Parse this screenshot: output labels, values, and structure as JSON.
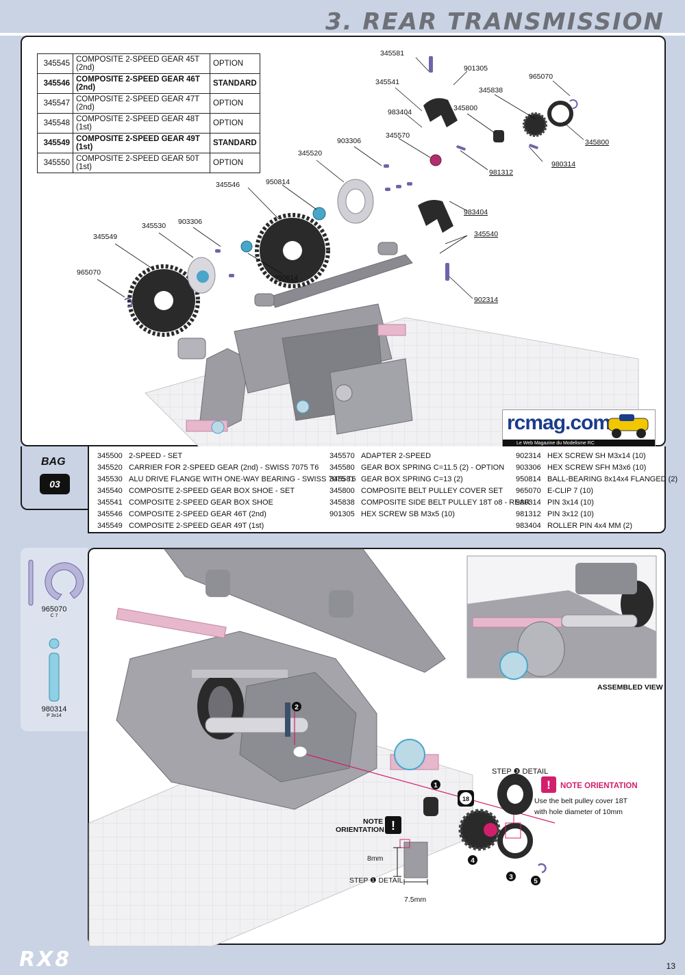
{
  "page": {
    "title": "3. REAR TRANSMISSION",
    "page_number": "13",
    "logo": "RX8"
  },
  "gear_table": [
    {
      "code": "345545",
      "name": "COMPOSITE 2-SPEED GEAR 45T (2nd)",
      "type": "OPTION",
      "bold": false
    },
    {
      "code": "345546",
      "name": "COMPOSITE 2-SPEED GEAR 46T (2nd)",
      "type": "STANDARD",
      "bold": true
    },
    {
      "code": "345547",
      "name": "COMPOSITE 2-SPEED GEAR 47T (2nd)",
      "type": "OPTION",
      "bold": false
    },
    {
      "code": "345548",
      "name": "COMPOSITE 2-SPEED GEAR 48T (1st)",
      "type": "OPTION",
      "bold": false
    },
    {
      "code": "345549",
      "name": "COMPOSITE 2-SPEED GEAR 49T (1st)",
      "type": "STANDARD",
      "bold": true
    },
    {
      "code": "345550",
      "name": "COMPOSITE 2-SPEED GEAR 50T (1st)",
      "type": "OPTION",
      "bold": false
    }
  ],
  "exploded_labels": {
    "l345581": "345581",
    "l901305": "901305",
    "l965070a": "965070",
    "l345541": "345541",
    "l345838": "345838",
    "l983404a": "983404",
    "l345800a": "345800",
    "l345800b": "345800",
    "l903306a": "903306",
    "l345570": "345570",
    "l981312": "981312",
    "l980314": "980314",
    "l345520": "345520",
    "l950814a": "950814",
    "l345546": "345546",
    "l983404b": "983404",
    "l903306b": "903306",
    "l345530": "345530",
    "l345540": "345540",
    "l345549": "345549",
    "l950814b": "950814",
    "l965070b": "965070",
    "l902314": "902314"
  },
  "bag": {
    "label": "BAG",
    "number": "03"
  },
  "parts_col1": [
    {
      "code": "345500",
      "desc": "2-SPEED - SET"
    },
    {
      "code": "345520",
      "desc": "CARRIER FOR 2-SPEED GEAR (2nd) - SWISS 7075 T6"
    },
    {
      "code": "345530",
      "desc": "ALU DRIVE FLANGE WITH ONE-WAY BEARING - SWISS 7075 T6"
    },
    {
      "code": "345540",
      "desc": "COMPOSITE 2-SPEED GEAR BOX SHOE - SET"
    },
    {
      "code": "345541",
      "desc": "COMPOSITE 2-SPEED GEAR BOX SHOE"
    },
    {
      "code": "345546",
      "desc": "COMPOSITE 2-SPEED GEAR 46T (2nd)"
    },
    {
      "code": "345549",
      "desc": "COMPOSITE 2-SPEED GEAR 49T (1st)"
    }
  ],
  "parts_col2": [
    {
      "code": "345570",
      "desc": "ADAPTER 2-SPEED"
    },
    {
      "code": "345580",
      "desc": "GEAR BOX SPRING C=11.5  (2) - OPTION"
    },
    {
      "code": "345581",
      "desc": "GEAR BOX SPRING C=13 (2)"
    },
    {
      "code": "345800",
      "desc": "COMPOSITE BELT PULLEY COVER SET"
    },
    {
      "code": "345838",
      "desc": "COMPOSITE SIDE BELT PULLEY 18T o8 - REAR"
    },
    {
      "code": "",
      "desc": ""
    },
    {
      "code": "901305",
      "desc": "HEX SCREW SB M3x5  (10)"
    }
  ],
  "parts_col3": [
    {
      "code": "902314",
      "desc": "HEX SCREW SH M3x14  (10)"
    },
    {
      "code": "903306",
      "desc": "HEX SCREW SFH M3x6  (10)"
    },
    {
      "code": "950814",
      "desc": "BALL-BEARING 8x14x4 FLANGED  (2)"
    },
    {
      "code": "965070",
      "desc": "E-CLIP 7  (10)"
    },
    {
      "code": "980314",
      "desc": "PIN 3x14  (10)"
    },
    {
      "code": "981312",
      "desc": "PIN 3x12  (10)"
    },
    {
      "code": "983404",
      "desc": "ROLLER PIN 4x4 MM  (2)"
    }
  ],
  "side_items": [
    {
      "code": "965070",
      "sub": "C 7"
    },
    {
      "code": "980314",
      "sub": "P 3x14"
    }
  ],
  "assembly": {
    "assembled_view": "ASSEMBLED VIEW",
    "step3_detail": "STEP ❸ DETAIL",
    "note_orientation": "NOTE ORIENTATION",
    "note_text_1": "Use the belt pulley cover 18T",
    "note_text_2": "with hole diameter of 10mm",
    "note_left_1": "NOTE",
    "note_left_2": "ORIENTATION",
    "dim_8mm": "8mm",
    "dim_75mm": "7.5mm",
    "step1_detail": "STEP ❶ DETAIL",
    "badge_18": "18",
    "n1": "1",
    "n2": "2",
    "n3": "3",
    "n4": "4",
    "n5": "5"
  },
  "watermark": {
    "brand": "rcmag.com",
    "tagline": "Le Web Magazine du Modelisme RC"
  },
  "colors": {
    "background": "#c9d3e4",
    "accent": "#d21f6b",
    "gear": "#2a2a2a",
    "bearing": "#49a6c9",
    "screw": "#6b66a8"
  }
}
